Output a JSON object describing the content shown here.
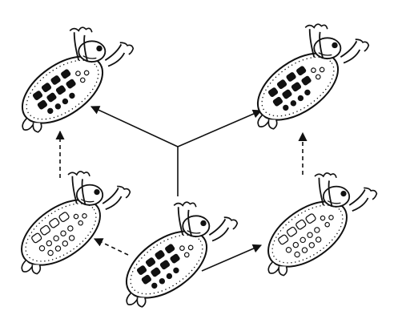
{
  "diagram": {
    "figures": [
      {
        "id": "top-left",
        "pattern": "dark",
        "arms": "raised"
      },
      {
        "id": "top-right",
        "pattern": "dark",
        "arms": "raised"
      },
      {
        "id": "middle-left",
        "pattern": "light",
        "arms": "raised"
      },
      {
        "id": "bottom-center",
        "pattern": "dark",
        "arms": "raised"
      },
      {
        "id": "middle-right",
        "pattern": "light",
        "arms": "raised"
      }
    ],
    "arrows": [
      {
        "from": "bottom-center",
        "to": "top-left",
        "style": "solid"
      },
      {
        "from": "bottom-center",
        "to": "top-right",
        "style": "solid"
      },
      {
        "from": "bottom-center",
        "to": "middle-left",
        "style": "dashed"
      },
      {
        "from": "bottom-center",
        "to": "middle-right",
        "style": "solid"
      },
      {
        "from": "middle-left",
        "to": "top-left",
        "style": "dashed"
      },
      {
        "from": "middle-right",
        "to": "top-right",
        "style": "dashed"
      }
    ],
    "colors": {
      "ink": "#111111",
      "background": "#ffffff"
    }
  }
}
